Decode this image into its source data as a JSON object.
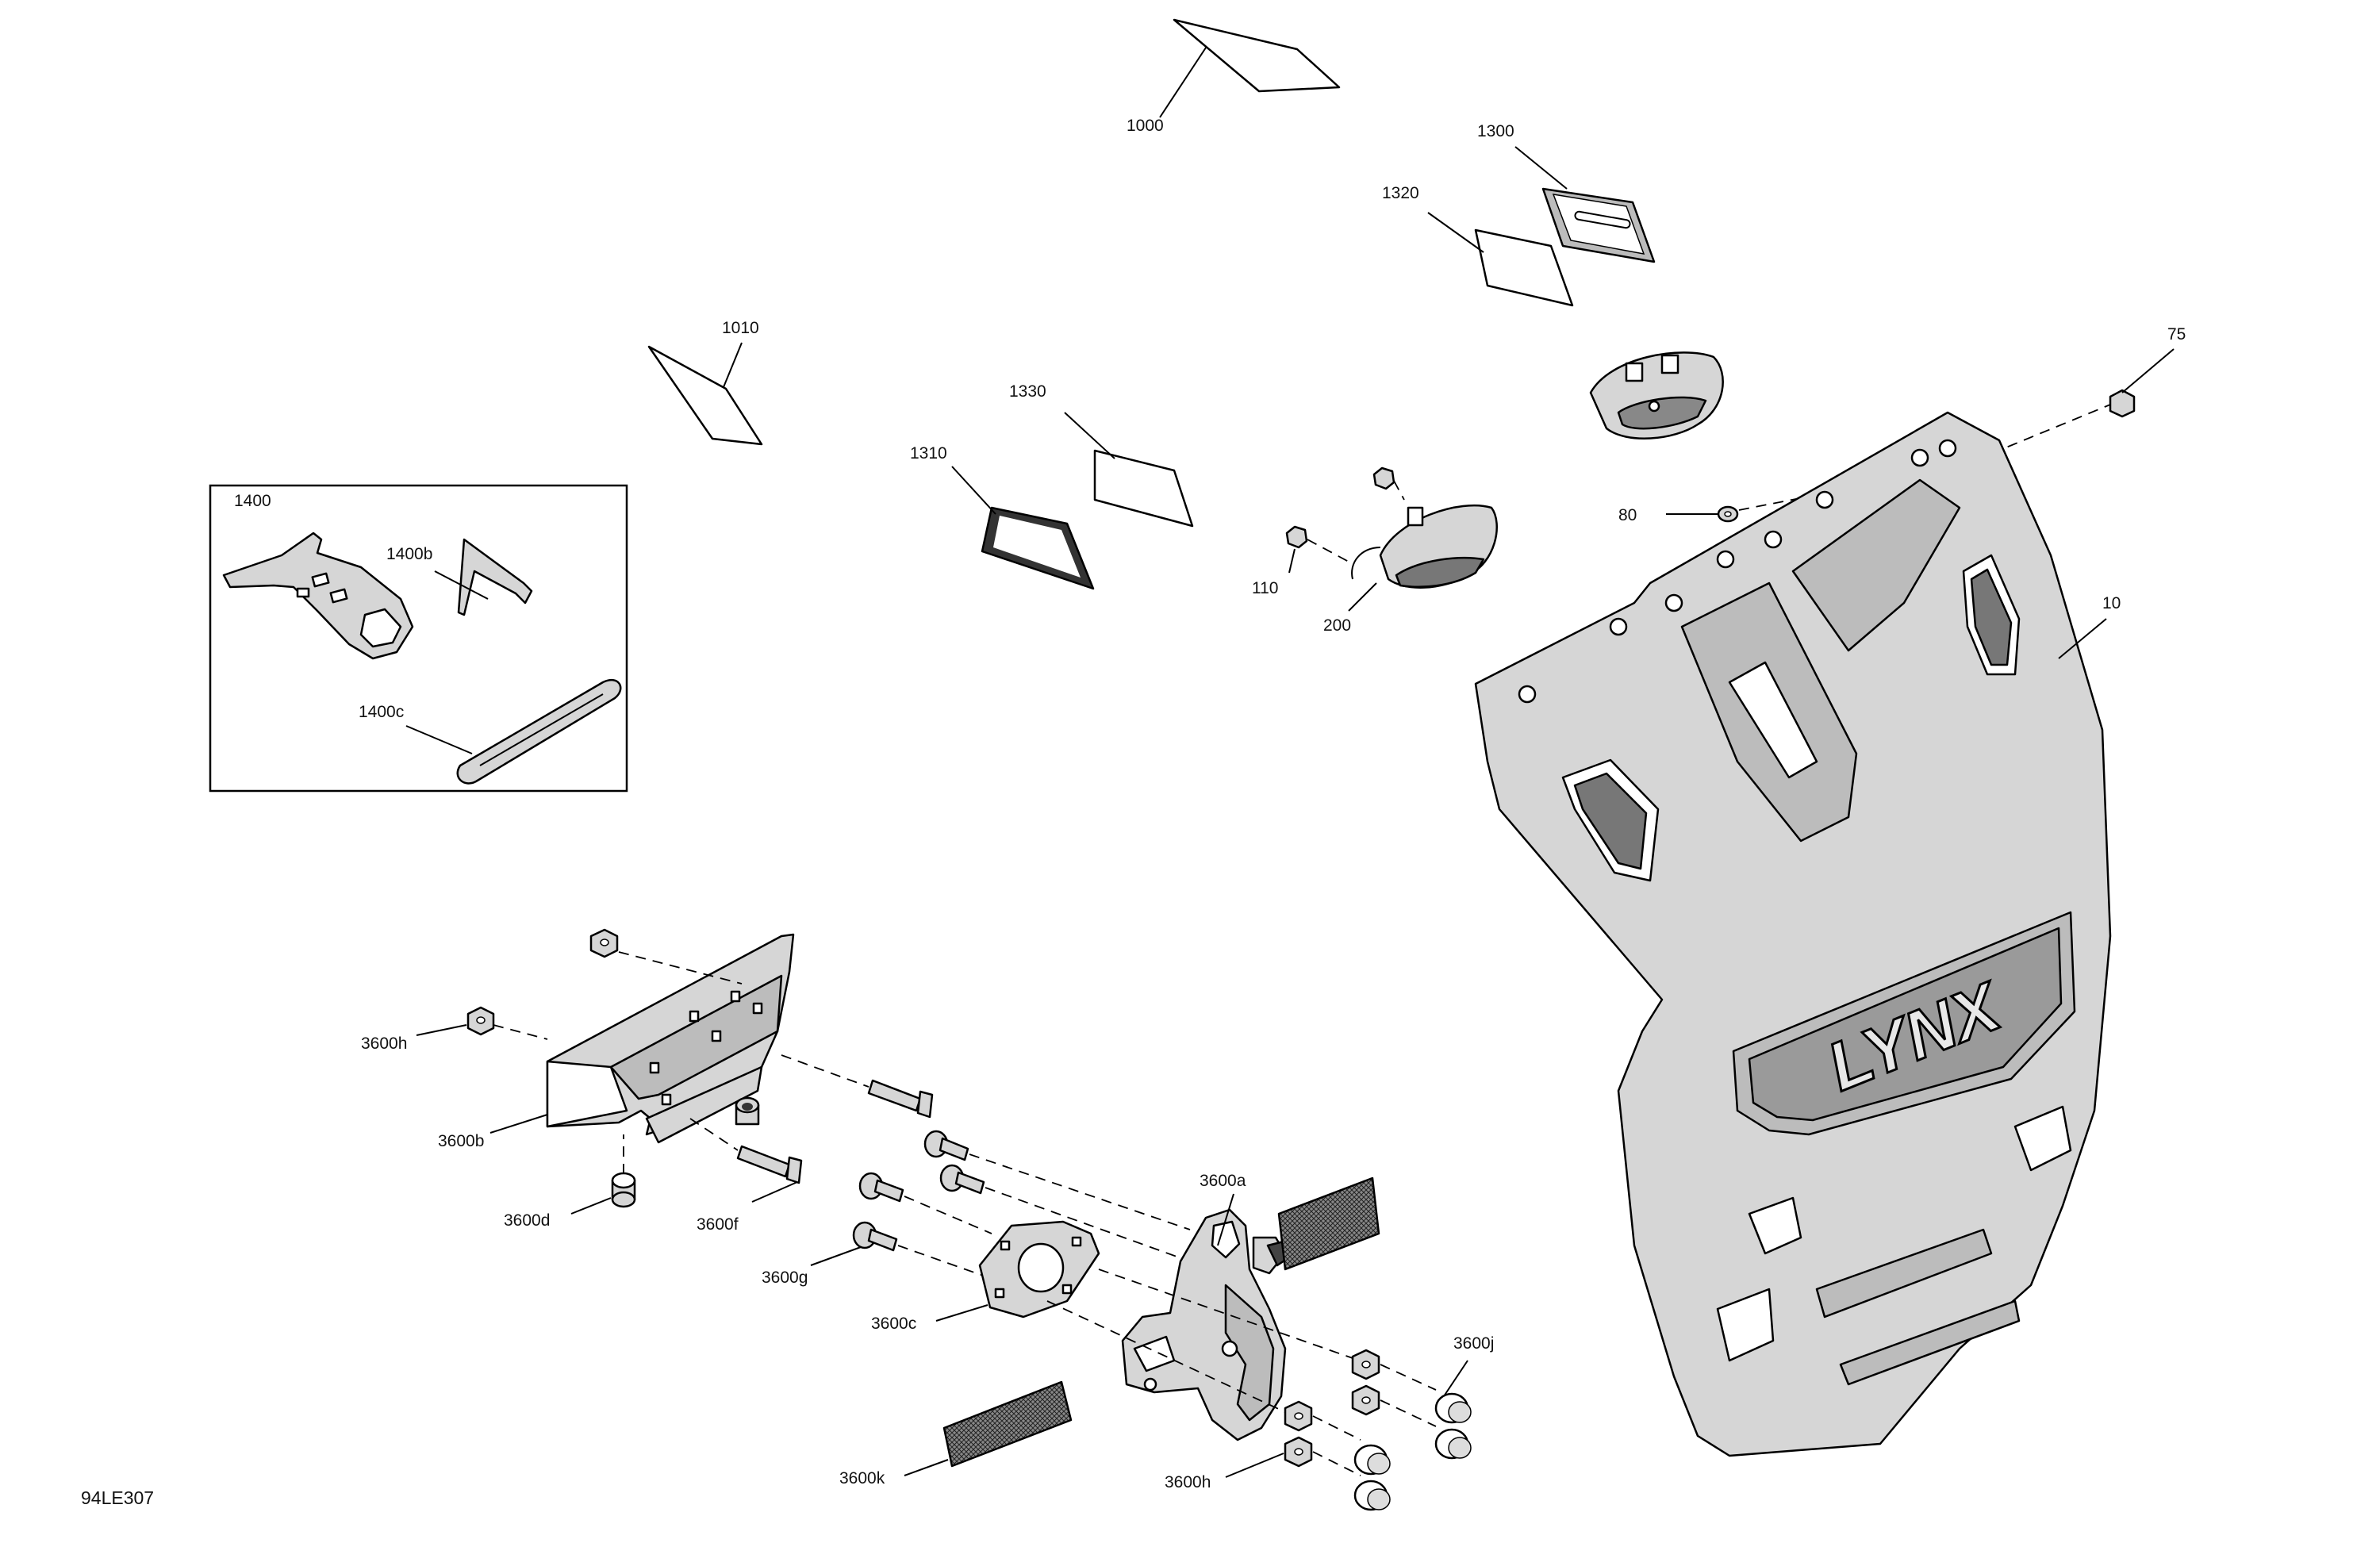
{
  "diagram_code": "94LE307",
  "kit_box_label": "1400",
  "callouts": {
    "p1000": "1000",
    "p1300": "1300",
    "p1320": "1320",
    "p1010": "1010",
    "p1330": "1330",
    "p1310": "1310",
    "p75": "75",
    "p80": "80",
    "p110": "110",
    "p200": "200",
    "p10": "10",
    "p1400b": "1400b",
    "p1400c": "1400c",
    "p3600h_top": "3600h",
    "p3600b": "3600b",
    "p3600d": "3600d",
    "p3600f": "3600f",
    "p3600g": "3600g",
    "p3600c": "3600c",
    "p3600a": "3600a",
    "p3600j": "3600j",
    "p3600k": "3600k",
    "p3600h_bottom": "3600h"
  },
  "logo_text": "LYNX"
}
